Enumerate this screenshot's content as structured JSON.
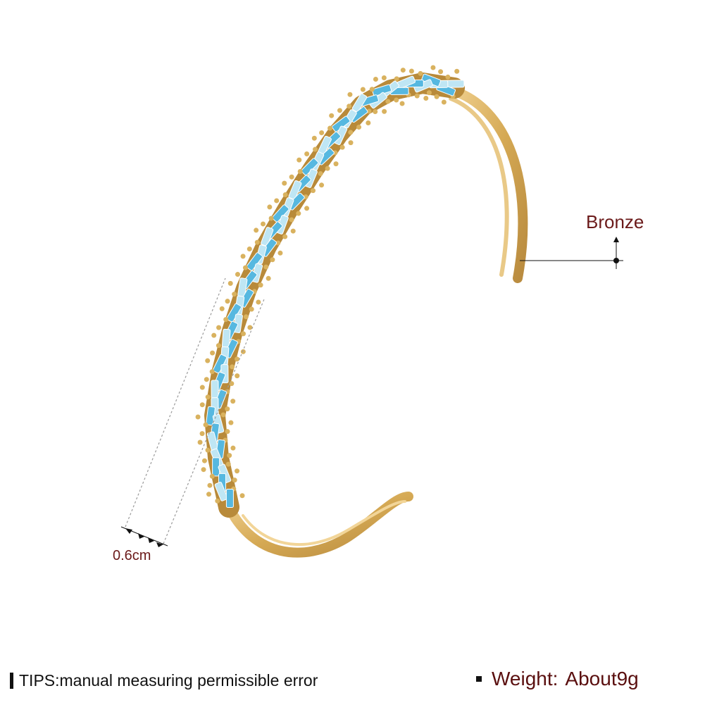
{
  "annotations": {
    "material": "Bronze",
    "band_width": "0.6cm"
  },
  "footer": {
    "tips": "TIPS:manual measuring permissible error",
    "weight_label": "Weight:",
    "weight_value": "About9g"
  },
  "colors": {
    "gold": "#d9b25f",
    "gold_dark": "#b88a3a",
    "stone_blue": "#56b8e0",
    "label_red": "#6b1a1a"
  }
}
